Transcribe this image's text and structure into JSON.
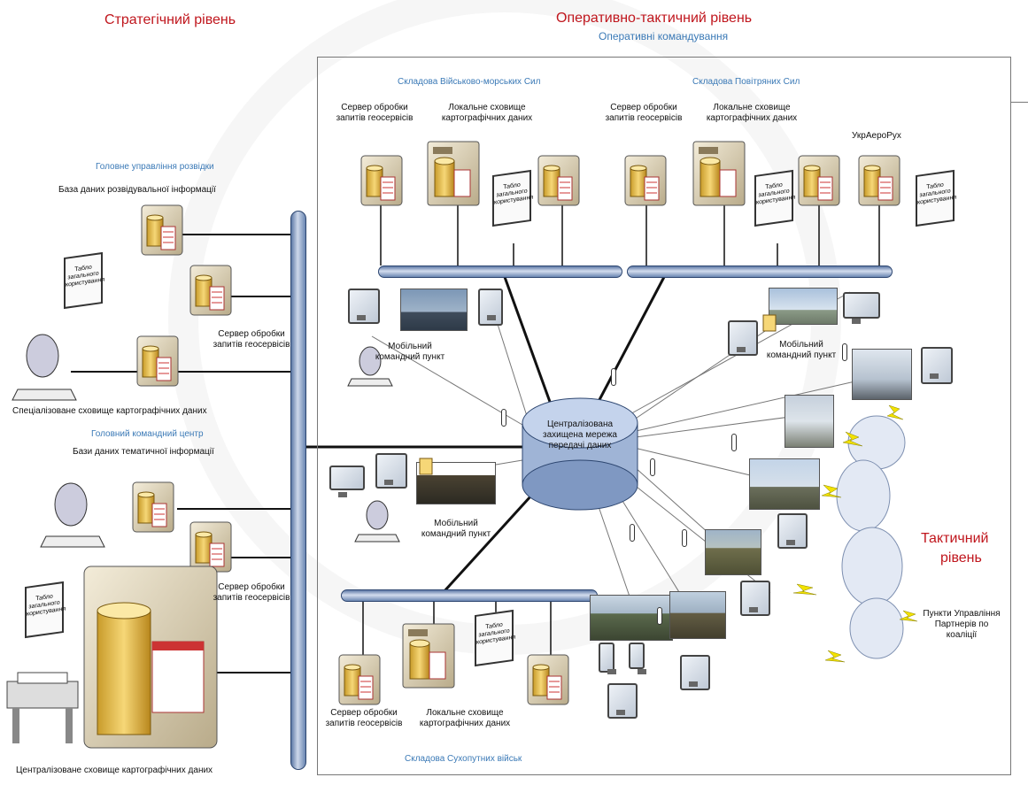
{
  "levels": {
    "strategic": "Стратегічний рівень",
    "operational": "Оперативно-тактичний  рівень",
    "operational_sub": "Оперативні командування",
    "tactical_line1": "Тактичний",
    "tactical_line2": "рівень"
  },
  "navy": {
    "header": "Складова Військово-морських Сил",
    "server": "Сервер обробки запитів геосервісів",
    "storage": "Локальне сховище картографічних даних"
  },
  "airforce": {
    "header": "Складова Повітряних Сил",
    "server": "Сервер обробки запитів геосервісів",
    "storage": "Локальне сховище картографічних даних",
    "ukraero": "УкрАероРух"
  },
  "land": {
    "header": "Складова Сухопутних військ",
    "server": "Сервер обробки запитів геосервісів",
    "storage": "Локальне сховище картографічних даних"
  },
  "strategic_left": {
    "intel_header": "Головне управління розвідки",
    "intel_db": "База даних розвідувальної інформації",
    "server1": "Сервер обробки запитів геосервісів",
    "special_storage": "Спеціалізоване сховище картографічних даних",
    "command_header": "Головний командний центр",
    "thematic_db": "Бази даних тематичної інформації",
    "server2": "Сервер обробки запитів геосервісів",
    "central_storage": "Централізоване сховище картографічних даних"
  },
  "board_label": "Табло загального користування",
  "network": "Централізована захищена мережа передачі даних",
  "mobile_cp": "Мобільний командний пункт",
  "partners": "Пункти Управління Партнерів по коаліції"
}
